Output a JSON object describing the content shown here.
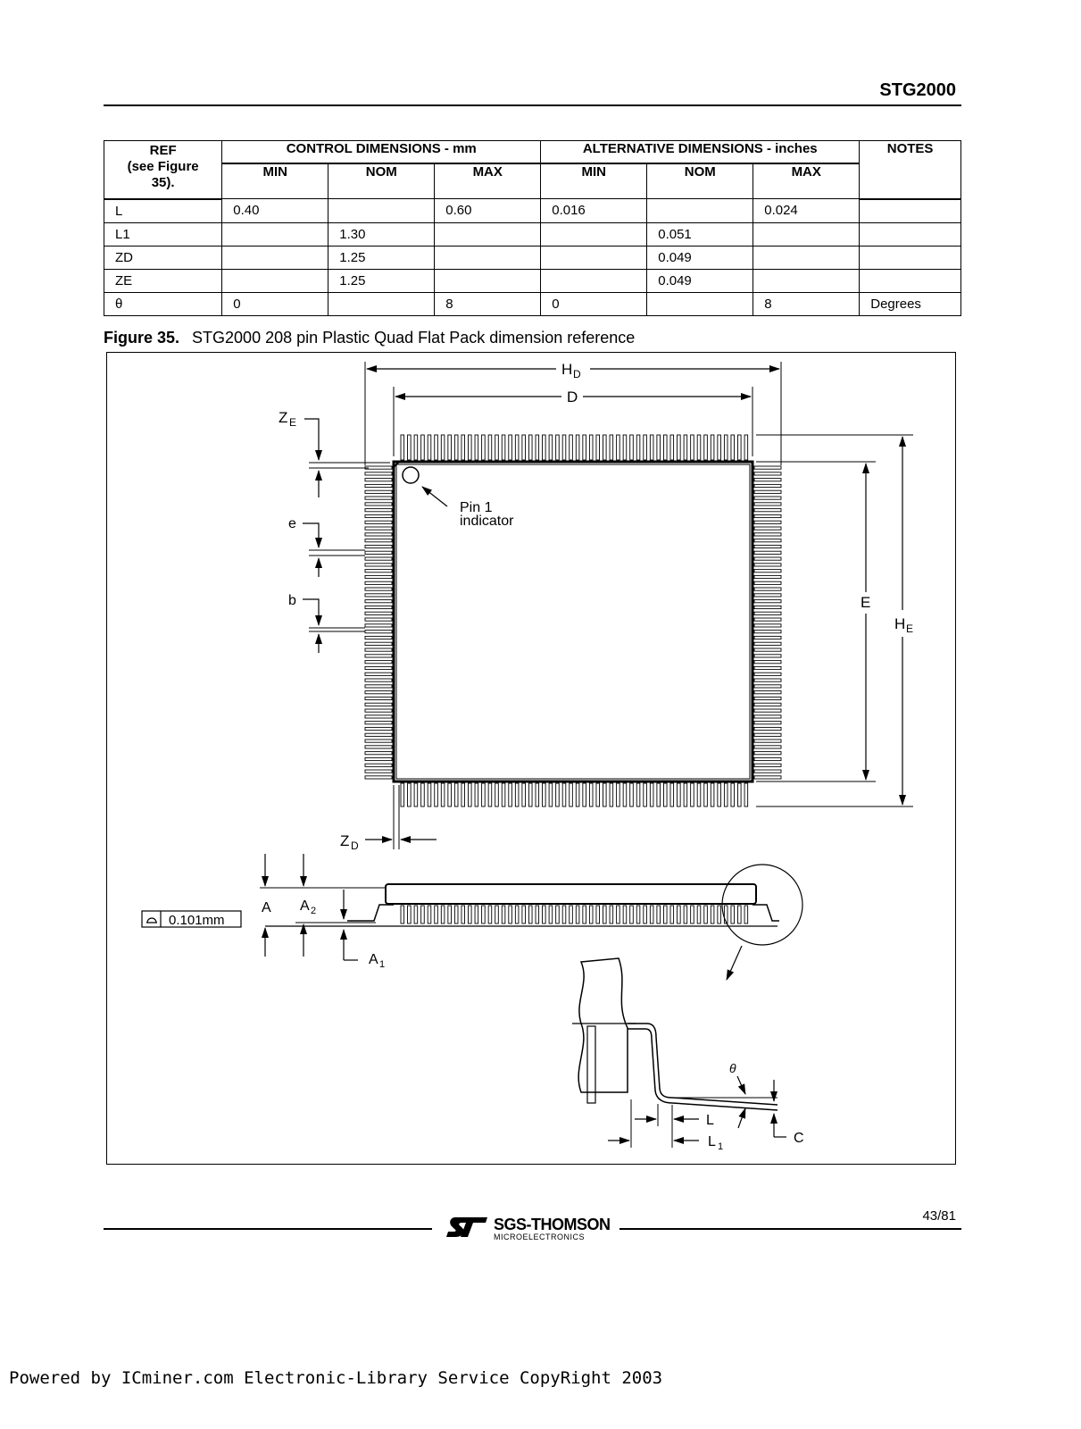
{
  "header": {
    "doc_title": "STG2000"
  },
  "table": {
    "col_headers": {
      "ref": [
        "REF",
        "(see Figure",
        "35)."
      ],
      "control": "CONTROL DIMENSIONS - mm",
      "alternative": "ALTERNATIVE DIMENSIONS - inches",
      "notes": "NOTES",
      "min": "MIN",
      "nom": "NOM",
      "max": "MAX"
    },
    "rows": [
      {
        "ref": "L",
        "mm_min": "0.40",
        "mm_nom": "",
        "mm_max": "0.60",
        "in_min": "0.016",
        "in_nom": "",
        "in_max": "0.024",
        "notes": ""
      },
      {
        "ref": "L1",
        "mm_min": "",
        "mm_nom": "1.30",
        "mm_max": "",
        "in_min": "",
        "in_nom": "0.051",
        "in_max": "",
        "notes": ""
      },
      {
        "ref": "ZD",
        "mm_min": "",
        "mm_nom": "1.25",
        "mm_max": "",
        "in_min": "",
        "in_nom": "0.049",
        "in_max": "",
        "notes": ""
      },
      {
        "ref": "ZE",
        "mm_min": "",
        "mm_nom": "1.25",
        "mm_max": "",
        "in_min": "",
        "in_nom": "0.049",
        "in_max": "",
        "notes": ""
      },
      {
        "ref": "θ",
        "mm_min": "0",
        "mm_nom": "",
        "mm_max": "8",
        "in_min": "0",
        "in_nom": "",
        "in_max": "8",
        "notes": "Degrees"
      }
    ]
  },
  "figure": {
    "label": "Figure 35.",
    "caption": "STG2000 208 pin Plastic Quad Flat Pack dimension reference",
    "labels": {
      "hd_main": "H",
      "hd_sub": "D",
      "d": "D",
      "ze_main": "Z",
      "ze_sub": "E",
      "e_small": "e",
      "b": "b",
      "pin1_line1": "Pin 1",
      "pin1_line2": "indicator",
      "e_big": "E",
      "he_main": "H",
      "he_sub": "E",
      "zd_main": "Z",
      "zd_sub": "D",
      "a": "A",
      "a2_main": "A",
      "a2_sub": "2",
      "a1_main": "A",
      "a1_sub": "1",
      "tolerance": "0.101mm",
      "theta": "θ",
      "l": "L",
      "l1_main": "L",
      "l1_sub": "1",
      "c": "C"
    }
  },
  "footer": {
    "page": "43/81",
    "logo_name": "SGS-THOMSON",
    "logo_sub": "MICROELECTRONICS",
    "notice": "Powered by ICminer.com Electronic-Library Service CopyRight 2003"
  }
}
